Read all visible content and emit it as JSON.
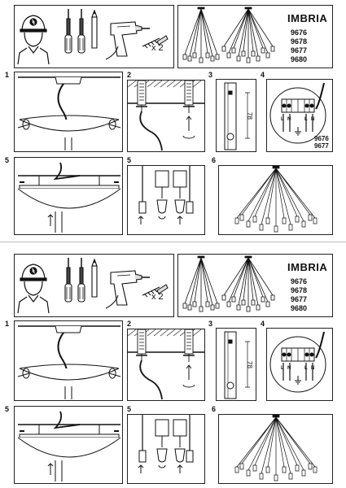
{
  "copies": [
    {
      "header": {
        "title": "IMBRIA",
        "models": [
          "9676",
          "9678",
          "9677",
          "9680"
        ],
        "quantity": "x 2"
      },
      "steps": [
        {
          "number": "1"
        },
        {
          "number": "2"
        },
        {
          "number": "3",
          "dimension": "78"
        },
        {
          "number": "4",
          "models": [
            "9676",
            "9677"
          ],
          "terminals": [
            "L",
            "N",
            "L",
            "N"
          ]
        },
        {
          "number": "5"
        },
        {
          "number": "5"
        },
        {
          "number": "6"
        }
      ]
    },
    {
      "header": {
        "title": "IMBRIA",
        "models": [
          "9676",
          "9678",
          "9677",
          "9680"
        ],
        "quantity": "x 2"
      },
      "steps": [
        {
          "number": "1"
        },
        {
          "number": "2"
        },
        {
          "number": "3",
          "dimension": "78"
        },
        {
          "number": "4",
          "terminals": [
            "L",
            "N",
            "L",
            "N"
          ]
        },
        {
          "number": "5"
        },
        {
          "number": "5"
        },
        {
          "number": "6"
        }
      ]
    }
  ],
  "icons": [
    "worker-helmet-icon",
    "screwdriver-icon",
    "pencil-icon",
    "drill-icon",
    "wall-plug-screw-icon",
    "earth-icon"
  ]
}
